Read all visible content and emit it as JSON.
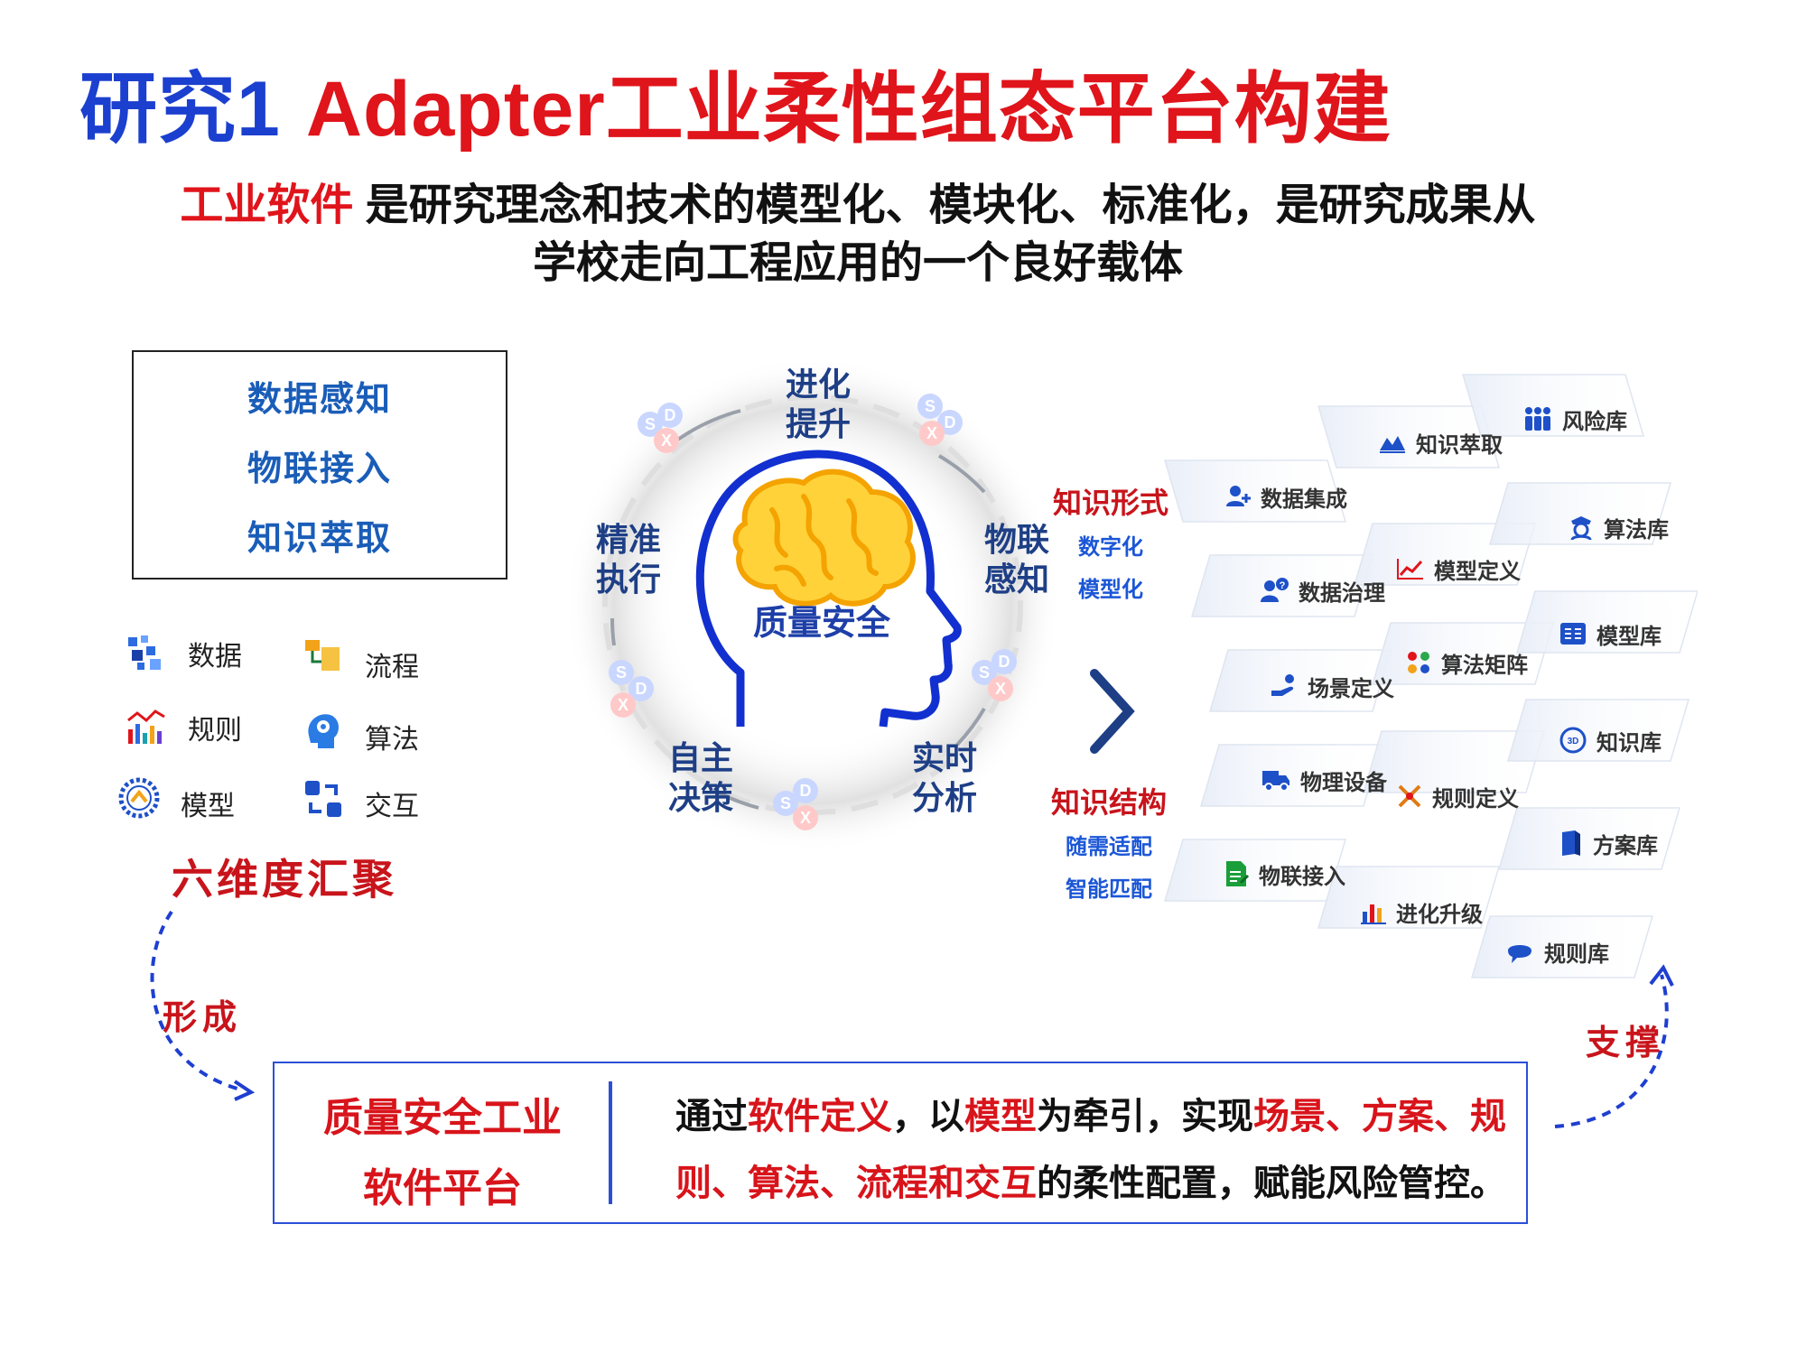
{
  "title": {
    "part1": "研究1",
    "part2": "Adapter工业柔性组态平台构建"
  },
  "subtitle": {
    "highlight": "工业软件",
    "line1_rest": " 是研究理念和技术的模型化、模块化、标准化，是研究成果从",
    "line2": "学校走向工程应用的一个良好载体"
  },
  "left_box": {
    "items": [
      "数据感知",
      "物联接入",
      "知识萃取"
    ]
  },
  "dimensions": {
    "items": [
      {
        "label": "数据",
        "icon": "data-icon"
      },
      {
        "label": "流程",
        "icon": "process-icon"
      },
      {
        "label": "规则",
        "icon": "rules-icon"
      },
      {
        "label": "算法",
        "icon": "algorithm-icon"
      },
      {
        "label": "模型",
        "icon": "model-icon"
      },
      {
        "label": "交互",
        "icon": "interaction-icon"
      }
    ],
    "caption": "六维度汇聚"
  },
  "cycle": {
    "center": "质量安全",
    "stages": [
      {
        "line1": "进化",
        "line2": "提升"
      },
      {
        "line1": "物联",
        "line2": "感知"
      },
      {
        "line1": "实时",
        "line2": "分析"
      },
      {
        "line1": "自主",
        "line2": "决策"
      },
      {
        "line1": "精准",
        "line2": "执行"
      }
    ],
    "badge_letters": [
      "S",
      "D",
      "X"
    ]
  },
  "knowledge_form": {
    "title": "知识形式",
    "items": [
      "数字化",
      "模型化"
    ]
  },
  "knowledge_structure": {
    "title": "知识结构",
    "items": [
      "随需适配",
      "智能匹配"
    ]
  },
  "cards": {
    "col1": [
      {
        "label": "数据集成",
        "icon": "user-plus-icon",
        "color": "#1e50c8"
      },
      {
        "label": "数据治理",
        "icon": "users-question-icon",
        "color": "#1e50c8"
      },
      {
        "label": "场景定义",
        "icon": "hand-share-icon",
        "color": "#1e50c8"
      },
      {
        "label": "物理设备",
        "icon": "truck-icon",
        "color": "#1e50c8"
      },
      {
        "label": "物联接入",
        "icon": "document-edit-icon",
        "color": "#1a9e3a"
      }
    ],
    "col2": [
      {
        "label": "知识萃取",
        "icon": "mountain-chart-icon",
        "color": "#1e50c8"
      },
      {
        "label": "模型定义",
        "icon": "trend-chart-icon",
        "color": "#e0141b"
      },
      {
        "label": "算法矩阵",
        "icon": "dots-matrix-icon",
        "color": "#e0141b"
      },
      {
        "label": "规则定义",
        "icon": "cross-arrows-icon",
        "color": "#e07b14"
      },
      {
        "label": "进化升级",
        "icon": "bar-chart-icon",
        "color": "#1e50c8"
      }
    ],
    "col3": [
      {
        "label": "风险库",
        "icon": "people-group-icon",
        "color": "#1e50c8"
      },
      {
        "label": "算法库",
        "icon": "police-icon",
        "color": "#1e50c8"
      },
      {
        "label": "模型库",
        "icon": "model-board-icon",
        "color": "#1e50c8"
      },
      {
        "label": "知识库",
        "icon": "3d-cube-icon",
        "color": "#1e50c8"
      },
      {
        "label": "方案库",
        "icon": "book-icon",
        "color": "#1e50c8"
      },
      {
        "label": "规则库",
        "icon": "chat-bubble-icon",
        "color": "#1e50c8"
      }
    ]
  },
  "flow_labels": {
    "form": "形成",
    "support": "支撑"
  },
  "platform": {
    "title_line1": "质量安全工业",
    "title_line2": "软件平台",
    "desc": [
      {
        "text": "通过",
        "red": false
      },
      {
        "text": "软件定义",
        "red": true
      },
      {
        "text": "，以",
        "red": false
      },
      {
        "text": "模型",
        "red": true
      },
      {
        "text": "为牵引，实现",
        "red": false
      },
      {
        "text": "场景、方案、规则、算法、流程和交互",
        "red": true
      },
      {
        "text": "的柔性配置，赋能风险管控。",
        "red": false
      }
    ]
  },
  "colors": {
    "title_blue": "#1b3fcf",
    "accent_red": "#e0141b",
    "navy": "#1e3f86",
    "brain_yellow": "#f4b400",
    "head_blue": "#1230d0"
  }
}
